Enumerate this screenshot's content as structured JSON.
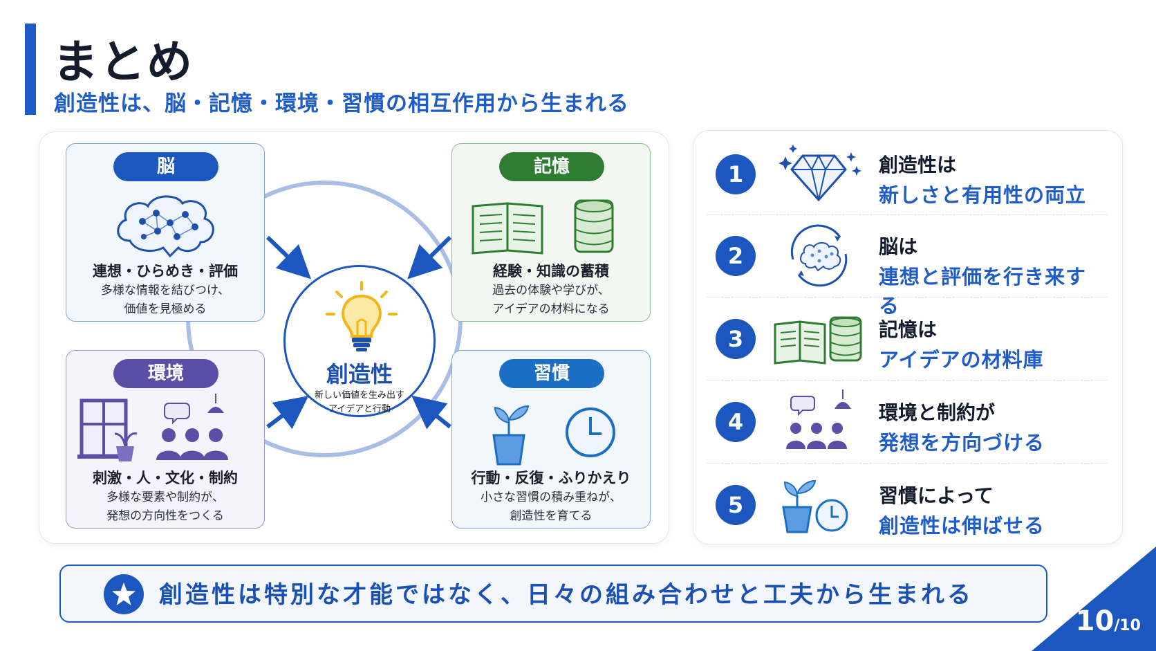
{
  "header": {
    "title": "まとめ",
    "subtitle": "創造性は、脳・記憶・環境・習慣の相互作用から生まれる"
  },
  "diagram": {
    "center": {
      "title": "創造性",
      "desc_line1": "新しい価値を生み出す",
      "desc_line2": "アイデアと行動"
    },
    "brain": {
      "label": "脳",
      "heading": "連想・ひらめき・評価",
      "desc_line1": "多様な情報を結びつけ、",
      "desc_line2": "価値を見極める"
    },
    "memory": {
      "label": "記憶",
      "heading": "経験・知識の蓄積",
      "desc_line1": "過去の体験や学びが、",
      "desc_line2": "アイデアの材料になる"
    },
    "environment": {
      "label": "環境",
      "heading": "刺激・人・文化・制約",
      "desc_line1": "多様な要素や制約が、",
      "desc_line2": "発想の方向性をつくる"
    },
    "habit": {
      "label": "習慣",
      "heading": "行動・反復・ふりかえり",
      "desc_line1": "小さな習慣の積み重ねが、",
      "desc_line2": "創造性を育てる"
    }
  },
  "summary": [
    {
      "num": "1",
      "icon": "diamond-icon",
      "line1": "創造性は",
      "line2": "新しさと有用性の両立"
    },
    {
      "num": "2",
      "icon": "brain-cycle-icon",
      "line1": "脳は",
      "line2": "連想と評価を行き来する"
    },
    {
      "num": "3",
      "icon": "book-database-icon",
      "line1": "記憶は",
      "line2": "アイデアの材料庫"
    },
    {
      "num": "4",
      "icon": "people-lamp-icon",
      "line1": "環境と制約が",
      "line2": "発想を方向づける"
    },
    {
      "num": "5",
      "icon": "plant-clock-icon",
      "line1": "習慣によって",
      "line2": "創造性は伸ばせる"
    }
  ],
  "banner": {
    "text": "創造性は特別な才能ではなく、日々の組み合わせと工夫から生まれる"
  },
  "page": {
    "current": "10",
    "total": "/10"
  },
  "colors": {
    "accent": "#1c57c0",
    "memory": "#2e7d32",
    "environment": "#5b4ea6",
    "habit": "#1a6fc4"
  }
}
